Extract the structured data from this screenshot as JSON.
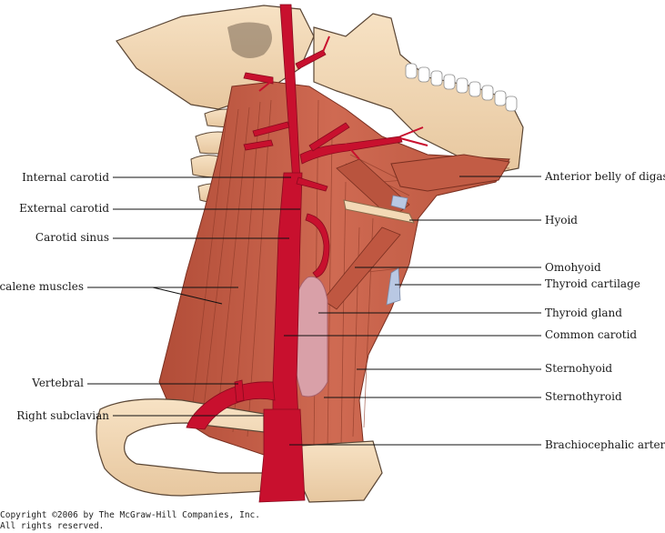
{
  "labels_left": [
    {
      "id": "internal-carotid",
      "text": "Internal carotid"
    },
    {
      "id": "external-carotid",
      "text": "External carotid"
    },
    {
      "id": "carotid-sinus",
      "text": "Carotid sinus"
    },
    {
      "id": "scalene-muscles",
      "text": "Scalene muscles"
    },
    {
      "id": "vertebral",
      "text": "Vertebral"
    },
    {
      "id": "right-subclavian",
      "text": "Right subclavian"
    }
  ],
  "labels_right": [
    {
      "id": "anterior-belly-of-digastric",
      "text": "Anterior belly of digastric"
    },
    {
      "id": "hyoid",
      "text": "Hyoid"
    },
    {
      "id": "omohyoid",
      "text": "Omohyoid"
    },
    {
      "id": "thyroid-cartilage",
      "text": "Thyroid cartilage"
    },
    {
      "id": "thyroid-gland",
      "text": "Thyroid gland"
    },
    {
      "id": "common-carotid",
      "text": "Common carotid"
    },
    {
      "id": "sternohyoid",
      "text": "Sternohyoid"
    },
    {
      "id": "sternothyroid",
      "text": "Sternothyroid"
    },
    {
      "id": "brachiocephalic-artery",
      "text": "Brachiocephalic artery"
    }
  ],
  "copyright": {
    "line1": "Copyright ©2006 by The McGraw-Hill Companies, Inc.",
    "line2": "All rights reserved."
  },
  "colors": {
    "muscle": "#c9614a",
    "muscle_dark": "#a8452f",
    "bone": "#f3d9b6",
    "artery": "#c8102e",
    "thyroid_gland": "#d9a0a8",
    "cartilage": "#b9c8e3"
  }
}
